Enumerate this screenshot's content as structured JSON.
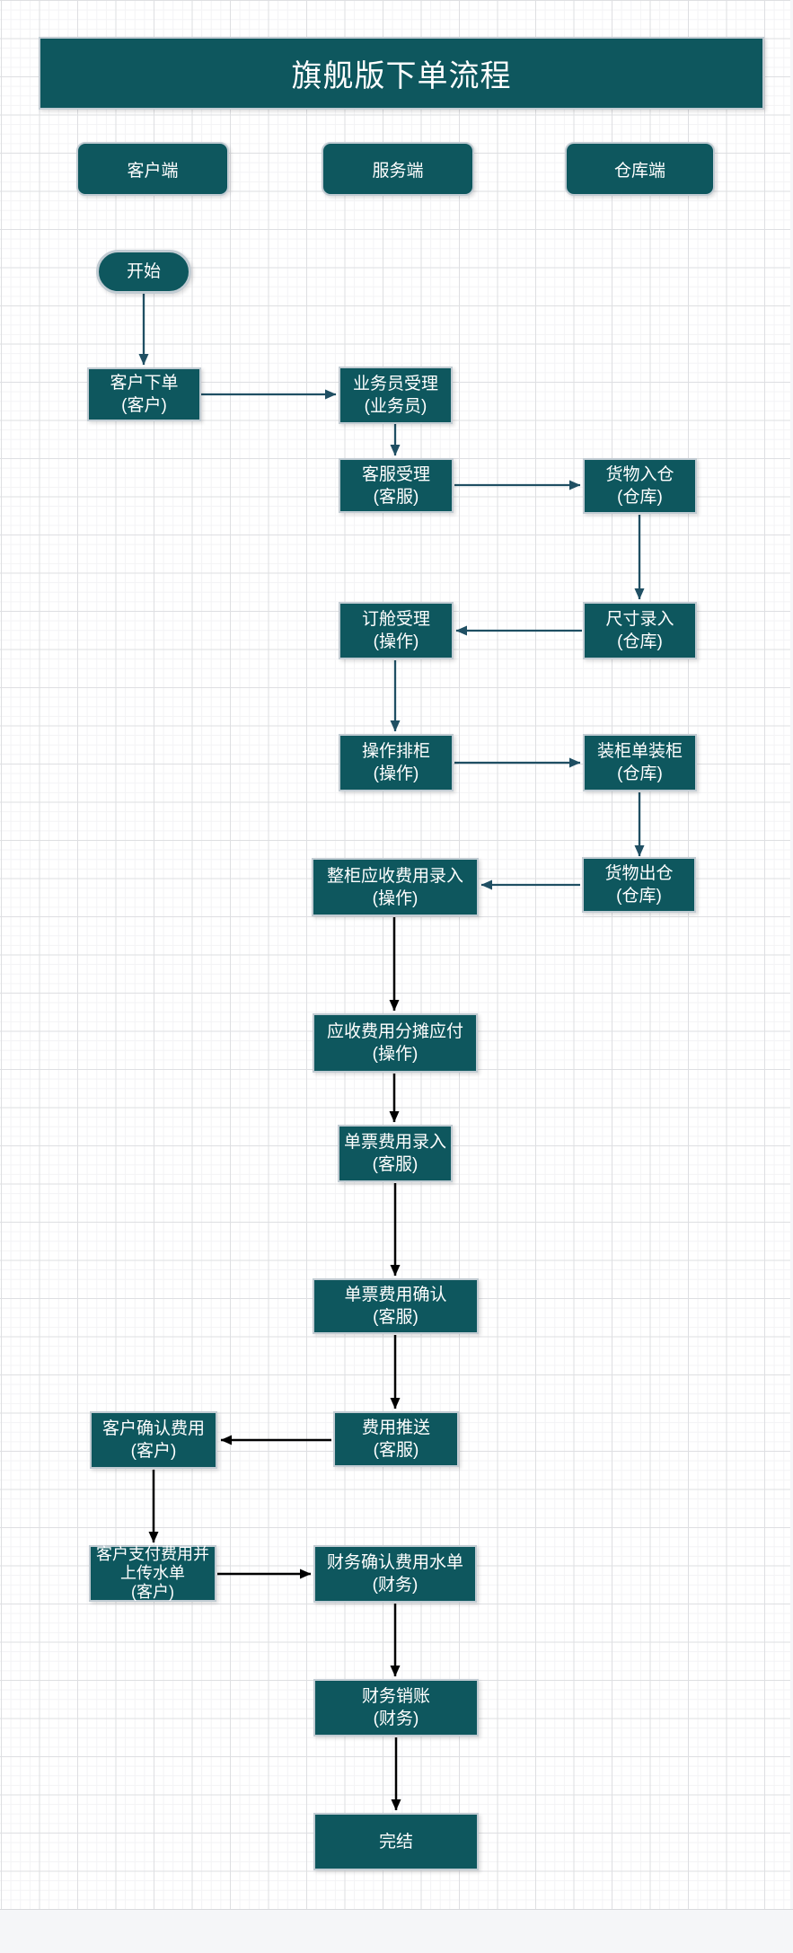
{
  "page": {
    "title_bar": "旗舰版下单流程",
    "lane_headers": [
      "客户端",
      "服务端",
      "仓库端"
    ]
  },
  "diagram": {
    "nodes": [
      {
        "id": "start",
        "shape": "ellipse",
        "lane": "客户端",
        "label": "开始"
      },
      {
        "id": "customer-order",
        "shape": "rect",
        "lane": "客户端",
        "label": "客户下单\n(客户)"
      },
      {
        "id": "salesman-accept",
        "shape": "rect",
        "lane": "服务端",
        "label": "业务员受理\n(业务员)"
      },
      {
        "id": "cs-accept",
        "shape": "rect",
        "lane": "服务端",
        "label": "客服受理\n(客服)"
      },
      {
        "id": "goods-inbound",
        "shape": "rect",
        "lane": "仓库端",
        "label": "货物入仓\n(仓库)"
      },
      {
        "id": "size-entry",
        "shape": "rect",
        "lane": "仓库端",
        "label": "尺寸录入\n(仓库)"
      },
      {
        "id": "booking-accept",
        "shape": "rect",
        "lane": "服务端",
        "label": "订舱受理\n(操作)"
      },
      {
        "id": "container-planning",
        "shape": "rect",
        "lane": "服务端",
        "label": "操作排柜\n(操作)"
      },
      {
        "id": "container-loading",
        "shape": "rect",
        "lane": "仓库端",
        "label": "装柜单装柜\n(仓库)"
      },
      {
        "id": "goods-outbound",
        "shape": "rect",
        "lane": "仓库端",
        "label": "货物出仓\n(仓库)"
      },
      {
        "id": "fcl-receivable-entry",
        "shape": "rect",
        "lane": "服务端",
        "label": "整柜应收费用录入\n(操作)"
      },
      {
        "id": "receivable-allocation",
        "shape": "rect",
        "lane": "服务端",
        "label": "应收费用分摊应付\n(操作)"
      },
      {
        "id": "single-fee-entry",
        "shape": "rect",
        "lane": "服务端",
        "label": "单票费用录入\n(客服)"
      },
      {
        "id": "single-fee-confirm",
        "shape": "rect",
        "lane": "服务端",
        "label": "单票费用确认\n(客服)"
      },
      {
        "id": "fee-push",
        "shape": "rect",
        "lane": "服务端",
        "label": "费用推送\n(客服)"
      },
      {
        "id": "customer-confirm-fee",
        "shape": "rect",
        "lane": "客户端",
        "label": "客户确认费用\n(客户)"
      },
      {
        "id": "customer-pay-upload",
        "shape": "rect",
        "lane": "客户端",
        "label": "客户支付费用并\n上传水单\n(客户)"
      },
      {
        "id": "finance-confirm-slip",
        "shape": "rect",
        "lane": "服务端",
        "label": "财务确认费用水单\n(财务)"
      },
      {
        "id": "finance-writeoff",
        "shape": "rect",
        "lane": "服务端",
        "label": "财务销账\n(财务)"
      },
      {
        "id": "finish",
        "shape": "rect",
        "lane": "服务端",
        "label": "完结"
      }
    ],
    "edges": [
      {
        "from": "start",
        "to": "customer-order",
        "color": "teal"
      },
      {
        "from": "customer-order",
        "to": "salesman-accept",
        "color": "teal"
      },
      {
        "from": "salesman-accept",
        "to": "cs-accept",
        "color": "teal"
      },
      {
        "from": "cs-accept",
        "to": "goods-inbound",
        "color": "teal"
      },
      {
        "from": "goods-inbound",
        "to": "size-entry",
        "color": "teal"
      },
      {
        "from": "size-entry",
        "to": "booking-accept",
        "color": "teal"
      },
      {
        "from": "booking-accept",
        "to": "container-planning",
        "color": "teal"
      },
      {
        "from": "container-planning",
        "to": "container-loading",
        "color": "teal"
      },
      {
        "from": "container-loading",
        "to": "goods-outbound",
        "color": "teal"
      },
      {
        "from": "goods-outbound",
        "to": "fcl-receivable-entry",
        "color": "teal"
      },
      {
        "from": "fcl-receivable-entry",
        "to": "receivable-allocation",
        "color": "black"
      },
      {
        "from": "receivable-allocation",
        "to": "single-fee-entry",
        "color": "black"
      },
      {
        "from": "single-fee-entry",
        "to": "single-fee-confirm",
        "color": "black"
      },
      {
        "from": "single-fee-confirm",
        "to": "fee-push",
        "color": "black"
      },
      {
        "from": "fee-push",
        "to": "customer-confirm-fee",
        "color": "black"
      },
      {
        "from": "customer-confirm-fee",
        "to": "customer-pay-upload",
        "color": "black"
      },
      {
        "from": "customer-pay-upload",
        "to": "finance-confirm-slip",
        "color": "black"
      },
      {
        "from": "finance-confirm-slip",
        "to": "finance-writeoff",
        "color": "black"
      },
      {
        "from": "finance-writeoff",
        "to": "finish",
        "color": "black"
      }
    ],
    "colors": {
      "node_fill": "#0e575e",
      "node_border": "#c2ccd3",
      "text_color": "#ffffff",
      "arrow_teal": "#1f4f63",
      "arrow_black": "#000000",
      "canvas_bg": "#ffffff",
      "grid_minor": "#f3f3f5",
      "grid_major": "#dedfe2",
      "footer_bg": "#f5f6f8"
    }
  }
}
